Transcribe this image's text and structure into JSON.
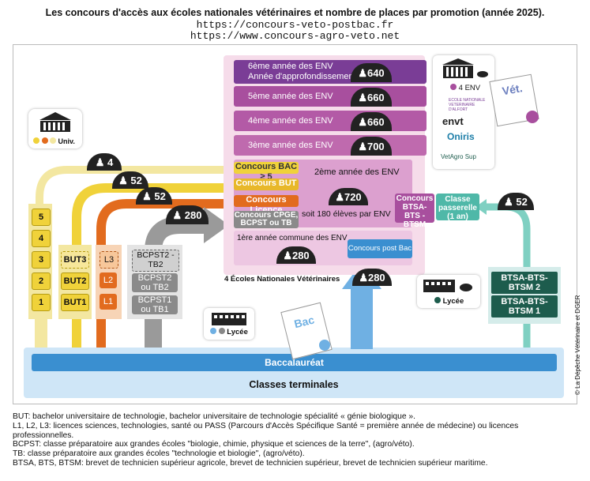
{
  "header": {
    "title": "Les concours d'accès aux écoles nationales vétérinaires et nombre de places par promotion (année 2025).",
    "url1": "https://concours-veto-postbac.fr",
    "url2": "https://www.concours-agro-veto.net"
  },
  "univ": {
    "label": "Univ."
  },
  "univ_years": [
    "5",
    "4",
    "3",
    "2",
    "1"
  ],
  "but_years": [
    "BUT3",
    "BUT2",
    "BUT1"
  ],
  "licence_years": [
    "L3",
    "L2",
    "L1"
  ],
  "cpge_years": [
    "BCPST2 - TB2",
    "BCPST2 ou TB2",
    "BCPST1 ou TB1"
  ],
  "arrows": {
    "univ": "4",
    "but": "52",
    "licence": "52",
    "cpge": "280",
    "bac": "280",
    "bts": "52"
  },
  "env": {
    "year6_line1": "6ème année des ENV",
    "year6_line2": "Année d'approfondissement",
    "year6_count": "640",
    "year5": "5ème année des ENV",
    "year5_count": "660",
    "year4": "4ème année des ENV",
    "year4_count": "660",
    "year3": "3ème année des ENV",
    "year3_count": "700",
    "year2": "2ème année des ENV",
    "year2_count": "720",
    "year2_sub": "soit 180 élèves par ENV",
    "year1": "1ère année commune des ENV",
    "year1_count": "280",
    "footer": "4 Écoles Nationales Vétérinaires"
  },
  "concours": {
    "bac5": "Concours BAC ≥ 5",
    "but": "Concours BUT",
    "licence": "Concours Licence",
    "cpge": "Concours CPGE, BCPST ou TB",
    "postbac": "Concours post Bac",
    "bts": "Concours BTSA-BTS -BTSM",
    "passerelle": "Classe passerelle (1 an)"
  },
  "schools": {
    "label": "4 ENV",
    "items": [
      "ECOLE NATIONALE VETERINAIRE D'ALFORT",
      "envt",
      "Oniris",
      "VetAgro Sup"
    ],
    "diploma": "Vét."
  },
  "lycee": {
    "label1": "Lycée",
    "label2": "Lycée"
  },
  "bts_years": [
    "BTSA-BTS-BTSM 2",
    "BTSA-BTS-BTSM 1"
  ],
  "bac_doc": "Bac",
  "baccalaureat": "Baccalauréat",
  "terminales": "Classes terminales",
  "credit": "© La Dépêche Vétérinaire et DGER",
  "colors": {
    "purple_dark": "#7a3d96",
    "purple_mid": "#a84f9e",
    "yellow": "#f0d23a",
    "orange": "#e26b1e",
    "grey": "#8a8a8a",
    "blue": "#3a8fd0",
    "teal": "#4fb8a8"
  },
  "legend": [
    "BUT: bachelor universitaire de technologie, bachelor universitaire de technologie spécialité « génie biologique ».",
    "L1, L2, L3: licences sciences, technologies, santé ou PASS (Parcours d'Accès Spécifique Santé = première année de médecine) ou licences professionnelles.",
    "BCPST: classe préparatoire aux grandes écoles \"biologie, chimie, physique et sciences de la terre\", (agro/véto).",
    "TB: classe préparatoire aux grandes écoles \"technologie et biologie\", (agro/véto).",
    "BTSA, BTS, BTSM: brevet de technicien supérieur agricole, brevet de technicien supérieur, brevet de technicien supérieur maritime."
  ]
}
